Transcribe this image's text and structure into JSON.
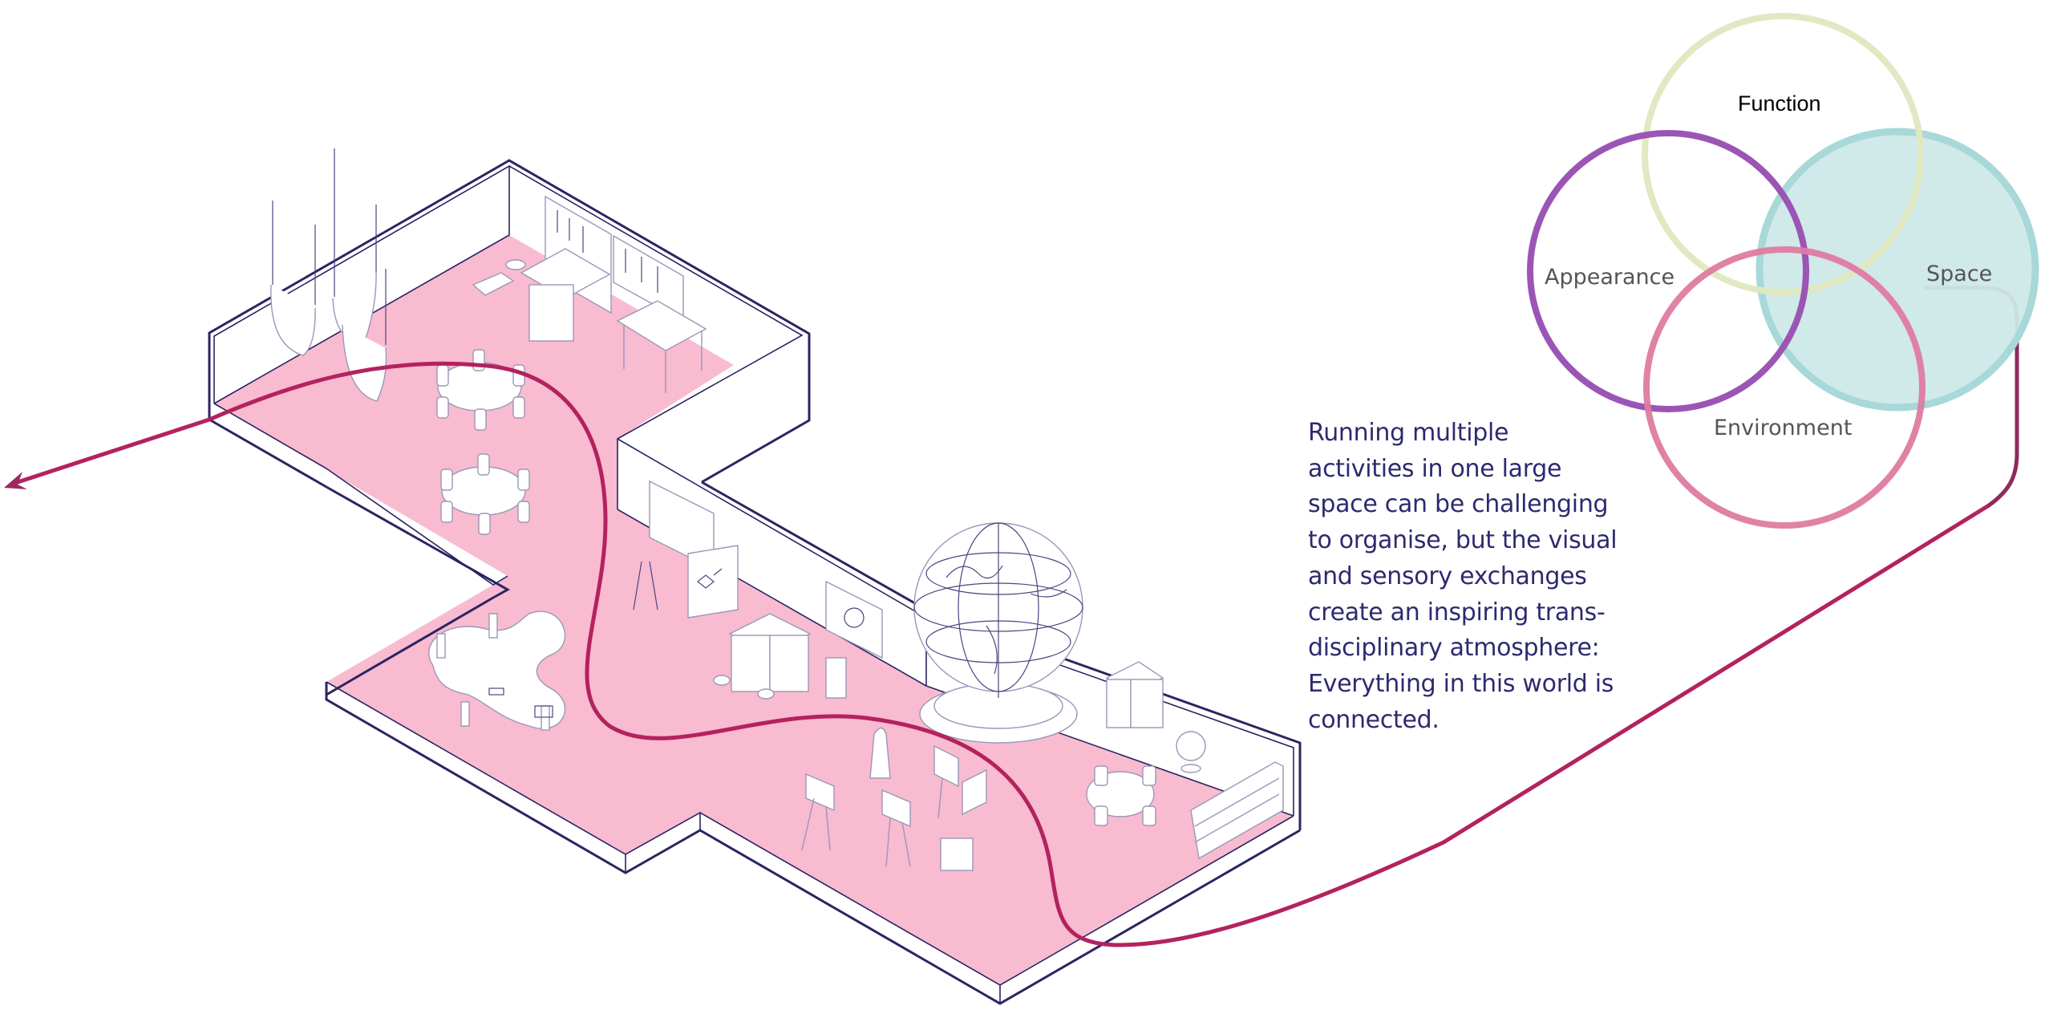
{
  "diagram": {
    "title": "Multi-activity learning space — isometric plan",
    "colors": {
      "floor": "#f8bbd0",
      "outline": "#2b2462",
      "path": "#b3225f",
      "path_end": "#8f2a5c",
      "text": "#2d2a6e"
    },
    "zones": [
      {
        "name": "aerial-silks"
      },
      {
        "name": "round-tables"
      },
      {
        "name": "workshop-tool-wall"
      },
      {
        "name": "workbench"
      },
      {
        "name": "collaborative-desk"
      },
      {
        "name": "projection-screen"
      },
      {
        "name": "science-lab"
      },
      {
        "name": "giant-globe"
      },
      {
        "name": "art-easels"
      },
      {
        "name": "reading-library"
      }
    ]
  },
  "venn": {
    "circles": [
      {
        "label": "Function",
        "stroke": "#dfe8bf",
        "fill": "none"
      },
      {
        "label": "Appearance",
        "stroke": "#9b55b5",
        "fill": "none"
      },
      {
        "label": "Space",
        "stroke": "#a8d8d8",
        "fill": "#cde8e8"
      },
      {
        "label": "Environment",
        "stroke": "#de7ba1",
        "fill": "none"
      }
    ],
    "highlighted": "Space"
  },
  "description": {
    "lines": [
      "Running multiple",
      "activities in one large",
      "space can be challenging",
      "to organise, but the visual",
      "and sensory exchanges",
      "create an inspiring trans-",
      "disciplinary atmosphere:",
      "Everything in this world is",
      "connected."
    ]
  }
}
